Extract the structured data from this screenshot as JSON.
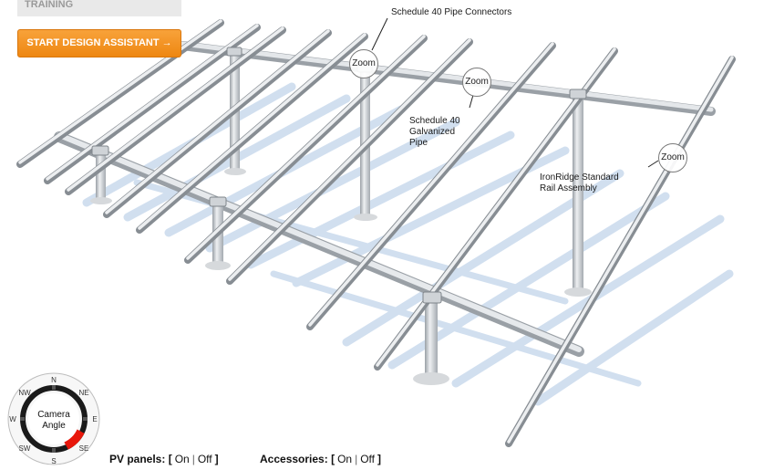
{
  "nav": {
    "tab_label": "TRAINING"
  },
  "cta": {
    "label": "START DESIGN ASSISTANT →"
  },
  "callouts": {
    "pipe_connectors": "Schedule 40 Pipe Connectors",
    "galvanized_pipe": [
      "Schedule 40",
      "Galvanized",
      "Pipe"
    ],
    "rail_assembly": [
      "IronRidge Standard",
      "Rail Assembly"
    ]
  },
  "zoom_label": "Zoom",
  "compass": {
    "center": [
      "Camera",
      "Angle"
    ],
    "directions": {
      "n": "N",
      "ne": "NE",
      "e": "E",
      "se": "SE",
      "s": "S",
      "sw": "SW",
      "w": "W",
      "nw": "NW"
    },
    "active_direction": "SE",
    "active_color": "#e8170b"
  },
  "toggles": {
    "pv_panels": {
      "label": "PV panels:",
      "on": "On",
      "off": "Off"
    },
    "accessories": {
      "label": "Accessories:",
      "on": "On",
      "off": "Off"
    },
    "open_bracket": "[",
    "close_bracket": "]",
    "separator": "|"
  },
  "colors": {
    "accent": "#f39420",
    "rail": "#c9cdd1",
    "shadow": "#b9cfe8"
  }
}
